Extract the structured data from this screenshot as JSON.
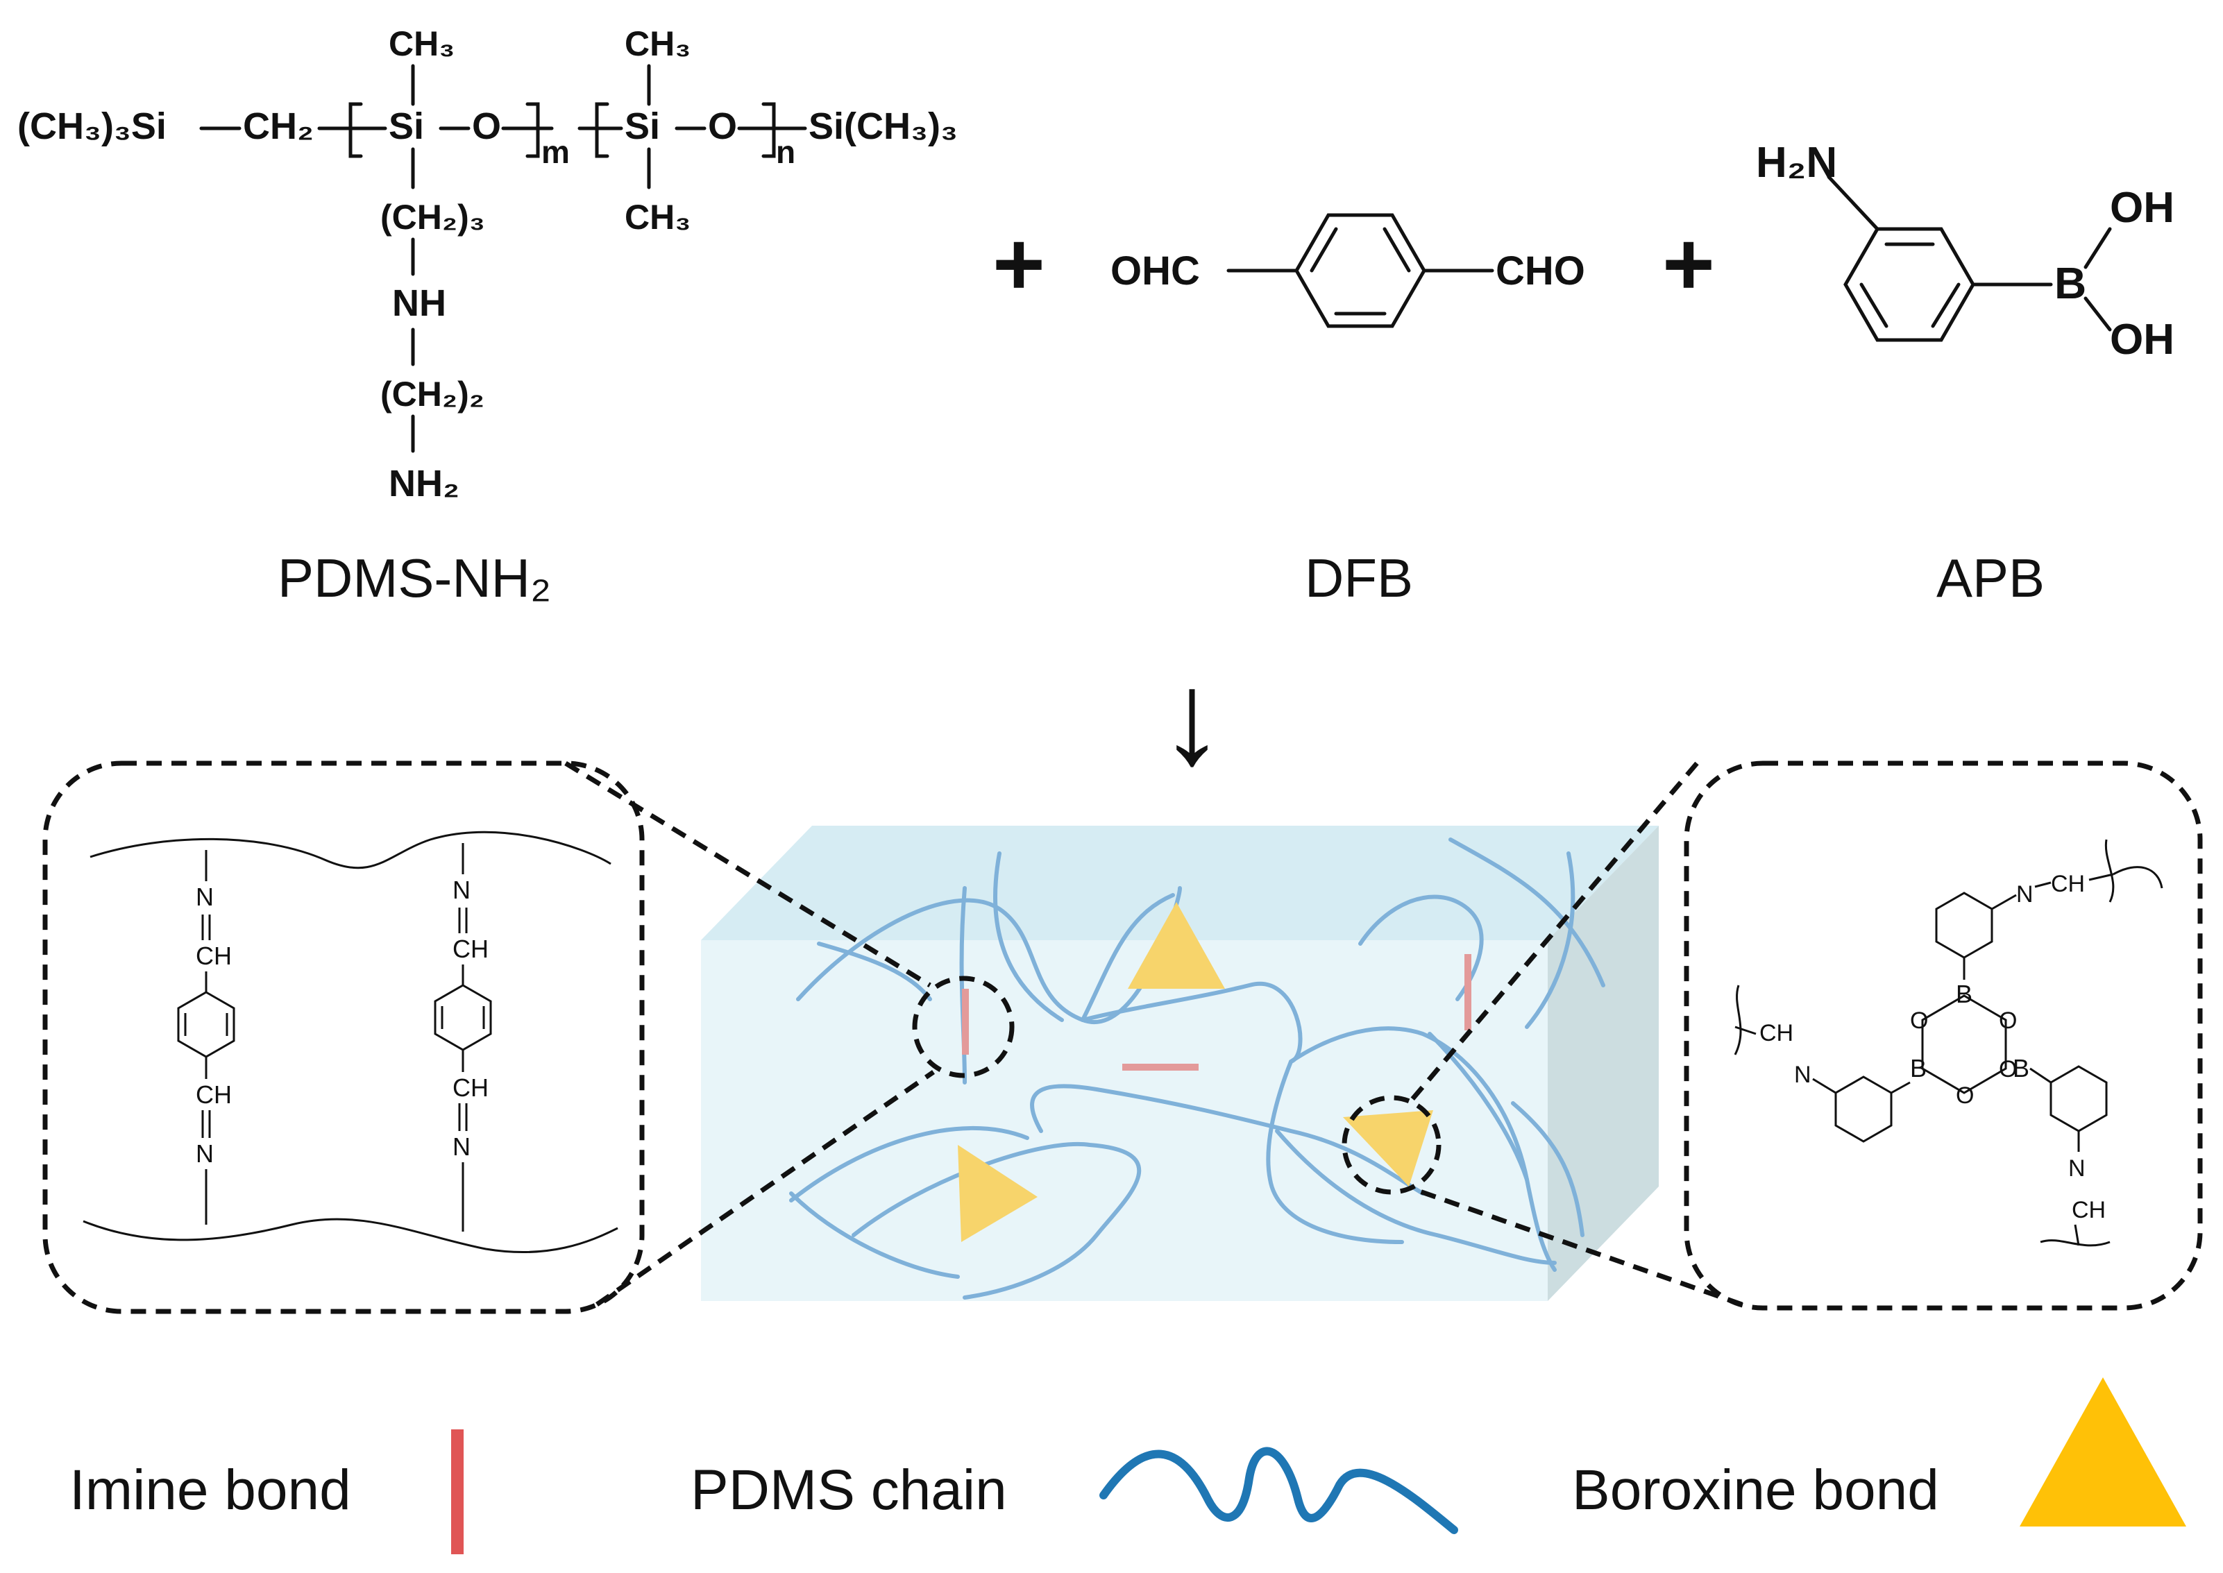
{
  "reactants": {
    "pdms_nh2": {
      "trimethylsilyl_left": "(CH₃)₃Si",
      "ch2": "CH₂",
      "si": "Si",
      "o": "O",
      "methyl": "CH₃",
      "propyl": "(CH₂)₃",
      "nh": "NH",
      "ethyl": "(CH₂)₂",
      "nh2": "NH₂",
      "m": "m",
      "n": "n",
      "trimethylsilyl_right": "Si(CH₃)₃",
      "label": "PDMS-NH₂"
    },
    "plus": "+",
    "dfb": {
      "ohc": "OHC",
      "cho": "CHO",
      "label": "DFB"
    },
    "apb": {
      "h2n": "H₂N",
      "b": "B",
      "oh": "OH",
      "label": "APB"
    }
  },
  "reaction_arrow": "↓",
  "insets": {
    "imine": {
      "n": "N",
      "ch": "CH"
    },
    "boroxine": {
      "n": "N",
      "ch": "CH",
      "b": "B",
      "o": "O"
    }
  },
  "legend": {
    "imine": {
      "label": "Imine bond",
      "color": "#e05555"
    },
    "pdms": {
      "label": "PDMS chain",
      "color": "#1f77b4"
    },
    "boroxine": {
      "label": "Boroxine bond",
      "color": "#ffc107"
    }
  },
  "colors": {
    "network_box": "#e8f5f9",
    "network_side": "#ccdde0",
    "chain": "#7fb1d9",
    "imine_in_network": "#e39a9a",
    "boroxine_in_network": "#f7d46b"
  }
}
